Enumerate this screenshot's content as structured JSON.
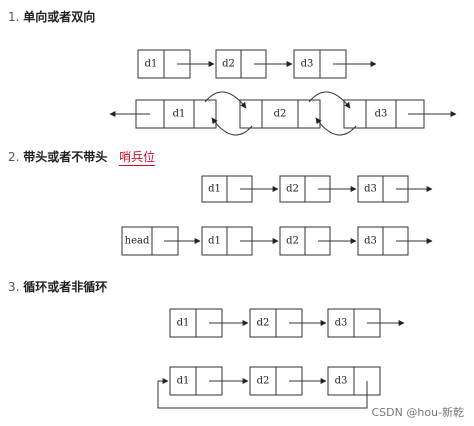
{
  "sections": [
    {
      "number": "1.",
      "title": "单向或者双向"
    },
    {
      "number": "2.",
      "title": "带头或者不带头",
      "tag": "哨兵位"
    },
    {
      "number": "3.",
      "title": "循环或者非循环"
    }
  ],
  "nodes": {
    "d1": "d1",
    "d2": "d2",
    "d3": "d3",
    "head": "head"
  },
  "watermark": "CSDN @hou-新乾"
}
